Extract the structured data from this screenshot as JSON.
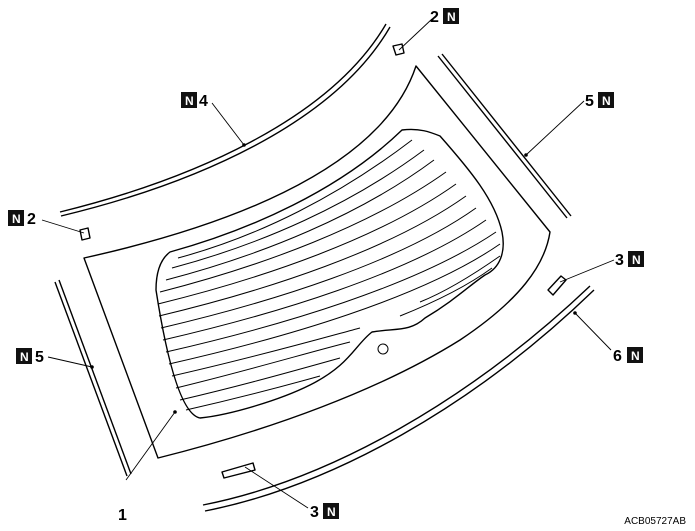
{
  "figure_code": "ACB05727AB",
  "new_part_mark": "N",
  "callouts": [
    {
      "id": "c1",
      "number": "1",
      "replace_with_new": false
    },
    {
      "id": "c2a",
      "number": "2",
      "replace_with_new": true
    },
    {
      "id": "c2b",
      "number": "2",
      "replace_with_new": true
    },
    {
      "id": "c3a",
      "number": "3",
      "replace_with_new": true
    },
    {
      "id": "c3b",
      "number": "3",
      "replace_with_new": true
    },
    {
      "id": "c4",
      "number": "4",
      "replace_with_new": true
    },
    {
      "id": "c5a",
      "number": "5",
      "replace_with_new": true
    },
    {
      "id": "c5b",
      "number": "5",
      "replace_with_new": true
    },
    {
      "id": "c6",
      "number": "6",
      "replace_with_new": true
    }
  ]
}
